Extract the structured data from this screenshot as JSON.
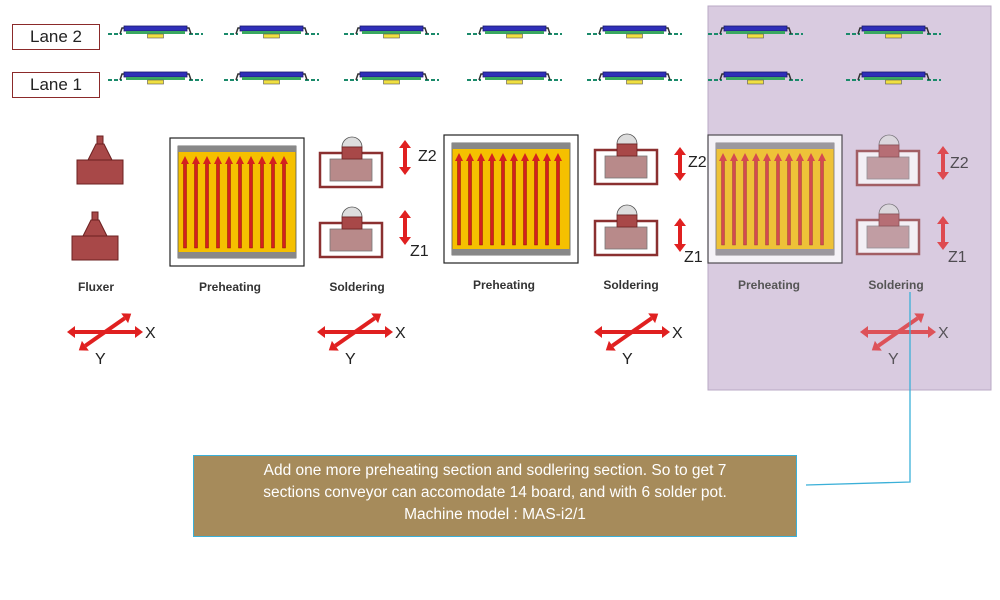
{
  "lanes": [
    {
      "label": "Lane 2"
    },
    {
      "label": "Lane 1"
    }
  ],
  "sections": [
    {
      "label": "Fluxer"
    },
    {
      "label": "Preheating"
    },
    {
      "label": "Soldering"
    },
    {
      "label": "Preheating"
    },
    {
      "label": "Soldering"
    },
    {
      "label": "Preheating"
    },
    {
      "label": "Soldering"
    }
  ],
  "axes": {
    "x": "X",
    "y": "Y",
    "z1": "Z1",
    "z2": "Z2"
  },
  "note": {
    "line1": "Add one more preheating section and sodlering section. So to get 7",
    "line2": "sections conveyor  can accomodate 14 board, and with 6 solder pot.",
    "line3": "Machine model : MAS-i2/1"
  },
  "colors": {
    "highlight": "#d9cbe0",
    "board": "#2f2fb8",
    "heater": "#f5c000",
    "arrow": "#e02020",
    "fluxer": "#a84848",
    "note_bg": "#a68b5b",
    "leader": "#3bb0d8"
  }
}
